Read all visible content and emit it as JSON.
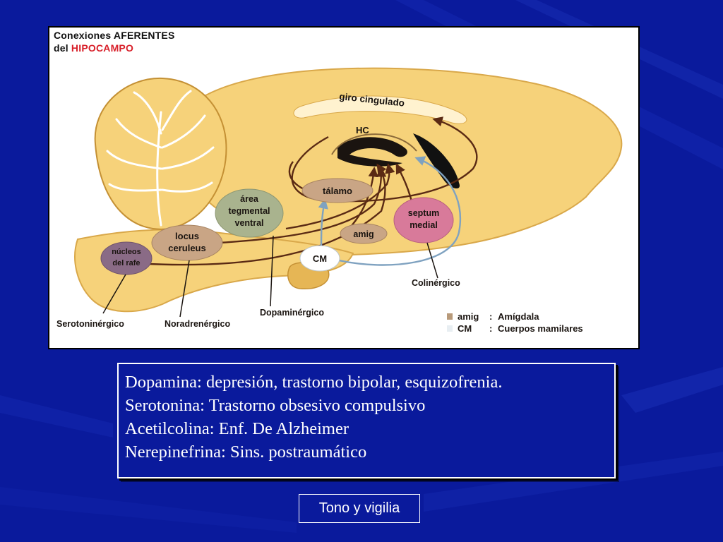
{
  "figure": {
    "title_line1": "Conexiones AFERENTES",
    "title_line2_prefix": "del ",
    "title_line2_highlight": "HIPOCAMPO",
    "structures": {
      "giro_cingulado": "giro cingulado",
      "hc": "HC",
      "talamo": "tálamo",
      "area_tegmental_1": "área",
      "area_tegmental_2": "tegmental",
      "area_tegmental_3": "ventral",
      "locus_1": "locus",
      "locus_2": "ceruleus",
      "nucleos_1": "núcleos",
      "nucleos_2": "del rafe",
      "septum_1": "septum",
      "septum_2": "medial",
      "amig": "amig",
      "cm": "CM"
    },
    "pathways": {
      "serotoninergico": "Serotoninérgico",
      "noradrenergico": "Noradrenérgico",
      "dopaminergico": "Dopaminérgico",
      "colinergico": "Colinérgico"
    },
    "legend": [
      {
        "abbr": "amig",
        "sep": ":",
        "name": "Amígdala",
        "color": "#b89a7a"
      },
      {
        "abbr": "CM",
        "sep": ":",
        "name": "Cuerpos mamilares",
        "color": "#e8eef2"
      }
    ]
  },
  "notes": {
    "lines": [
      "Dopamina: depresión, trastorno bipolar, esquizofrenia.",
      "Serotonina: Trastorno obsesivo compulsivo",
      "Acetilcolina: Enf. De Alzheimer",
      "Nerepinefrina: Sins. postraumático"
    ],
    "caption": "Tono y vigilia"
  },
  "colors": {
    "background": "#0a1a9c",
    "brain": "#f6d27a",
    "brain_outline": "#d9a84a",
    "title_highlight": "#d8202a"
  }
}
